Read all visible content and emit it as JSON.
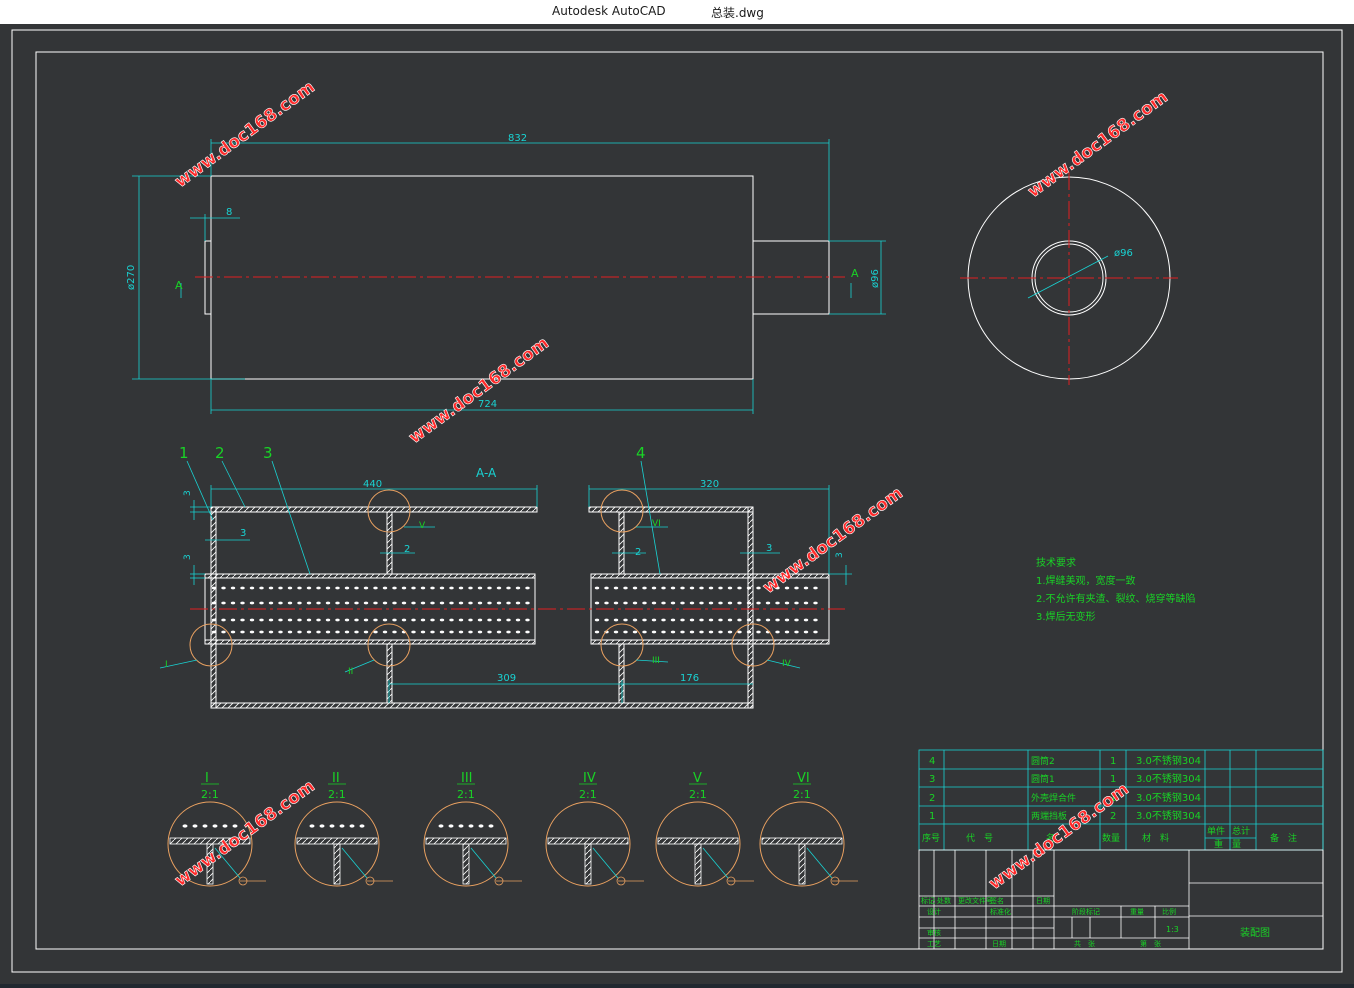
{
  "window": {
    "app_name": "Autodesk AutoCAD",
    "document": "总装.dwg"
  },
  "front_view": {
    "dim_length": "832",
    "dim_flange": "8",
    "dim_diameter": "ø270",
    "dim_outlet": "ø96",
    "dim_body": "724",
    "section_mark": "A"
  },
  "end_view": {
    "dim_inner": "ø96"
  },
  "section": {
    "title": "A-A",
    "dim_left": "440",
    "dim_right": "320",
    "dim_mid": "309",
    "dim_mid2": "176",
    "dim_t1": "3",
    "dim_t2": "3",
    "dim_t3": "3",
    "dim_t4": "3",
    "dim_gap1": "2",
    "dim_gap2": "2",
    "dim_gap3": "3",
    "balloons": [
      "1",
      "2",
      "3",
      "4"
    ],
    "detail_marks": [
      "I",
      "II",
      "III",
      "IV",
      "V",
      "VI"
    ]
  },
  "details": [
    {
      "roman": "I",
      "scale": "2:1"
    },
    {
      "roman": "II",
      "scale": "2:1"
    },
    {
      "roman": "III",
      "scale": "2:1"
    },
    {
      "roman": "IV",
      "scale": "2:1"
    },
    {
      "roman": "V",
      "scale": "2:1"
    },
    {
      "roman": "VI",
      "scale": "2:1"
    }
  ],
  "notes": {
    "heading": "技术要求",
    "items": [
      "1.焊缝美观，宽度一致",
      "2.不允许有夹渣、裂纹、烧穿等缺陷",
      "3.焊后无变形"
    ]
  },
  "bom": {
    "rows": [
      {
        "no": "4",
        "name": "圆筒2",
        "qty": "1",
        "material": "3.0不锈钢304"
      },
      {
        "no": "3",
        "name": "圆筒1",
        "qty": "1",
        "material": "3.0不锈钢304"
      },
      {
        "no": "2",
        "name": "外壳焊合件",
        "qty": "1",
        "material": "3.0不锈钢304"
      },
      {
        "no": "1",
        "name": "两端挡板",
        "qty": "2",
        "material": "3.0不锈钢304"
      }
    ],
    "headers": {
      "no": "序号",
      "code": "代　号",
      "name": "名",
      "qty": "数量",
      "material": "材　料",
      "unit": "单件",
      "total": "总计",
      "weight": "重　量",
      "remark": "备　注"
    }
  },
  "title_block": {
    "drawing_title": "装配图",
    "scale_value": "1:3",
    "labels": {
      "mark": "标记",
      "zones": "处数",
      "change_doc": "更改文件号",
      "sign": "签名",
      "date": "日期",
      "design": "设计",
      "standardize": "标准化",
      "review": "审核",
      "process": "工艺",
      "approve": "日期",
      "stage_mark": "阶段标记",
      "weight": "重量",
      "scale": "比例",
      "sheets": "共　张",
      "sheet_no": "第　张"
    }
  },
  "watermarks": [
    "www.doc168.com",
    "www.doc168.com",
    "www.doc168.com",
    "www.doc168.com",
    "www.doc168.com",
    "www.doc168.com"
  ],
  "colors": {
    "background": "#333537",
    "outline": "#ffffff",
    "dimension": "#19d3d3",
    "text": "#19d326",
    "centerline": "#e02020",
    "detail_circle": "#e8a060",
    "watermark": "#ff2020"
  }
}
